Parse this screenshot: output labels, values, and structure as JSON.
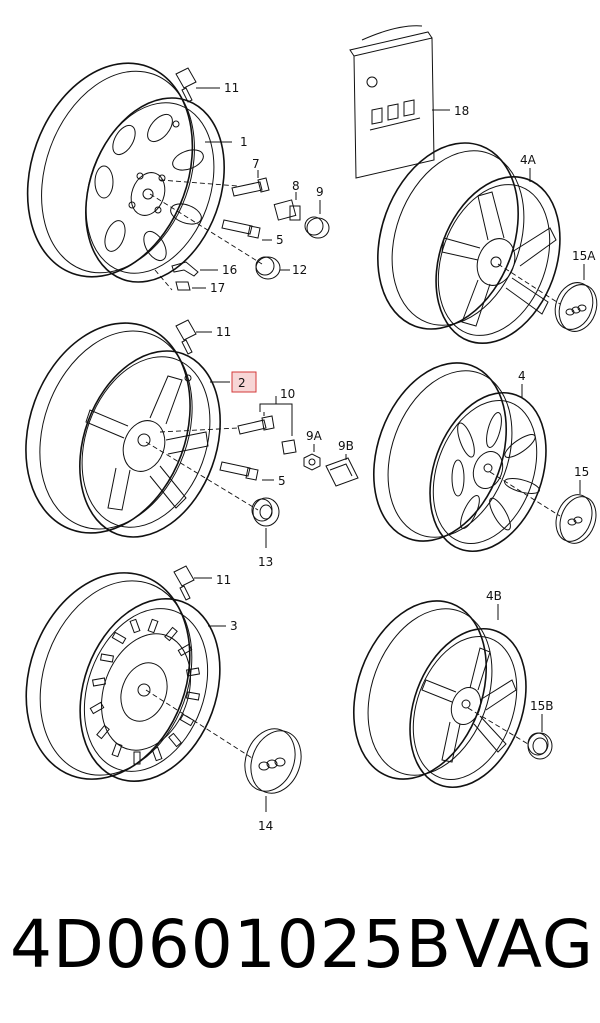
{
  "callouts": {
    "c1": "1",
    "c2": "2",
    "c3": "3",
    "c4": "4",
    "c4a": "4A",
    "c4b": "4B",
    "c5a": "5",
    "c5b": "5",
    "c7": "7",
    "c8": "8",
    "c9": "9",
    "c9a": "9A",
    "c9b": "9B",
    "c10": "10",
    "c11a": "11",
    "c11b": "11",
    "c11c": "11",
    "c12": "12",
    "c13": "13",
    "c14": "14",
    "c15": "15",
    "c15a": "15A",
    "c15b": "15B",
    "c16": "16",
    "c17": "17",
    "c18": "18"
  },
  "highlight": {
    "callout": "2",
    "color": "#d33a3a"
  },
  "footer": {
    "part_number": "4D0601025B",
    "brand": "VAG"
  }
}
